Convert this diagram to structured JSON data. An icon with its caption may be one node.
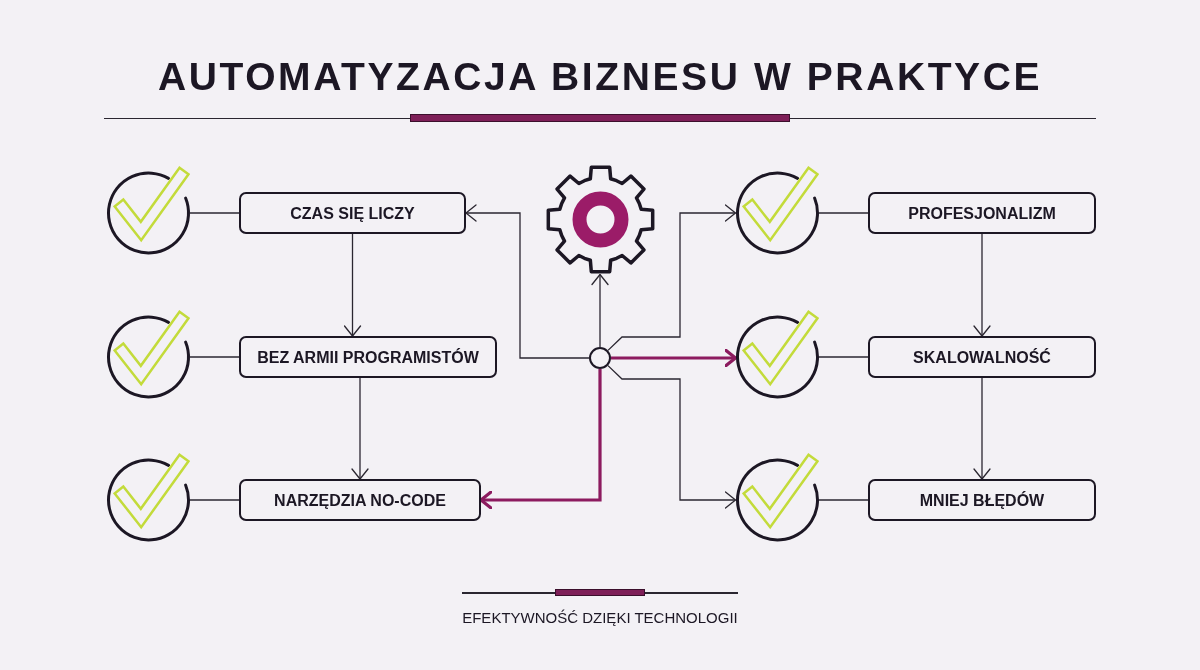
{
  "diagram": {
    "title": "AUTOMATYZACJA BIZNESU W PRAKTYCE",
    "caption": "EFEKTYWNOŚĆ DZIĘKI TECHNOLOGII",
    "nodes": [
      {
        "text": [],
        "shape": "circle"
      },
      {
        "text": [
          "CZAS SIĘ LICZY"
        ]
      },
      {
        "text": [],
        "shape": "gear"
      },
      {
        "text": [],
        "shape": "circle"
      },
      {
        "text": [
          "PROFESJONALIZM"
        ]
      },
      {
        "text": [],
        "shape": "circle"
      },
      {
        "text": [
          "BEZ ARMII PROGRAMISTÓW"
        ]
      },
      {
        "text": [],
        "shape": "circle"
      },
      {
        "text": [],
        "shape": "circle"
      },
      {
        "text": [
          "SKALOWALNOŚĆ"
        ]
      },
      {
        "text": [],
        "shape": "circle"
      },
      {
        "text": [
          "NARZĘDZIA NO-CODE"
        ]
      },
      {
        "text": [],
        "shape": "circle"
      },
      {
        "text": [
          "MNIEJ BŁĘDÓW"
        ]
      }
    ],
    "edges": [
      {
        "from": 0,
        "to": 1,
        "arrow": "none"
      },
      {
        "from": 3,
        "to": 4,
        "arrow": "none"
      },
      {
        "from": 5,
        "to": 6,
        "arrow": "none"
      },
      {
        "from": 8,
        "to": 9,
        "arrow": "none"
      },
      {
        "from": 10,
        "to": 11,
        "arrow": "none"
      },
      {
        "from": 12,
        "to": 13,
        "arrow": "none"
      },
      {
        "from": 1,
        "to": 6,
        "arrow": "to"
      },
      {
        "from": 6,
        "to": 11,
        "arrow": "to"
      },
      {
        "from": 4,
        "to": 9,
        "arrow": "to"
      },
      {
        "from": 9,
        "to": 13,
        "arrow": "to"
      },
      {
        "from": 7,
        "to": 2,
        "arrow": "to"
      },
      {
        "from": 7,
        "to": 1,
        "arrow": "to"
      },
      {
        "from": 7,
        "to": 3,
        "arrow": "to"
      },
      {
        "from": 7,
        "to": 8,
        "arrow": "to",
        "style": "thick",
        "color": "#8c1b5f"
      },
      {
        "from": 7,
        "to": 12,
        "arrow": "to"
      },
      {
        "from": 7,
        "to": 11,
        "arrow": "to",
        "style": "thick",
        "color": "#8c1b5f"
      }
    ]
  }
}
